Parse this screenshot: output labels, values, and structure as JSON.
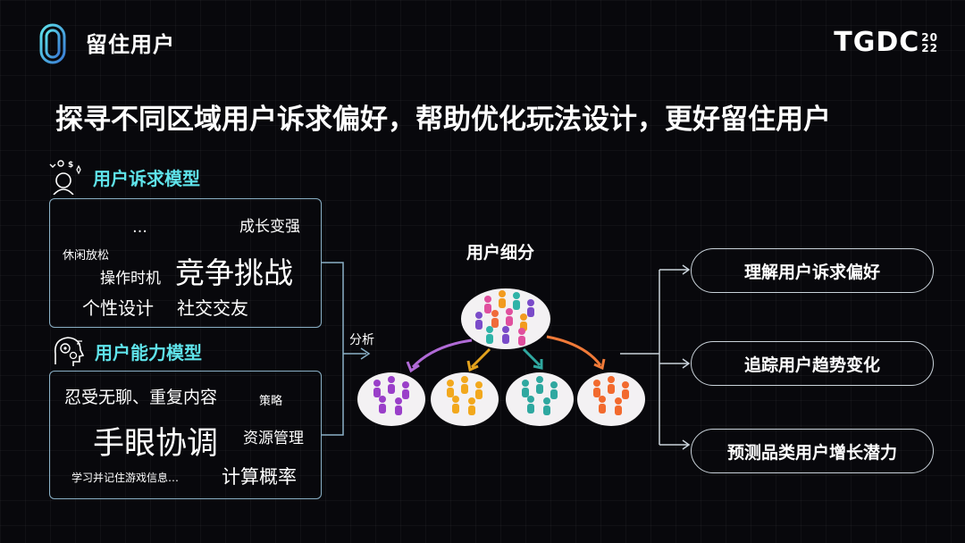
{
  "header": {
    "title": "留住用户",
    "brand": "TGDC",
    "brand_year_top": "20",
    "brand_year_bottom": "22"
  },
  "headline": "探寻不同区域用户诉求偏好，帮助优化玩法设计，更好留住用户",
  "demand_model": {
    "title": "用户诉求模型",
    "items": [
      "成长变强",
      "…",
      "休闲放松",
      "操作时机",
      "竞争挑战",
      "个性设计",
      "社交交友"
    ]
  },
  "ability_model": {
    "title": "用户能力模型",
    "items": [
      "忍受无聊、重复内容",
      "策略",
      "手眼协调",
      "资源管理",
      "学习并记住游戏信息…",
      "计算概率"
    ]
  },
  "analysis_label": "分析",
  "segmentation": {
    "title": "用户细分",
    "colors": {
      "top_mixed": [
        "#e04f9e",
        "#f29b1f",
        "#2fb3a8",
        "#7a4bc9",
        "#f06b3a"
      ],
      "purple": "#9a3fc9",
      "yellow": "#f2a81d",
      "teal": "#2fa8a0",
      "orange": "#f26a2e"
    }
  },
  "outcomes": [
    "理解用户诉求偏好",
    "追踪用户趋势变化",
    "预测品类用户增长潜力"
  ],
  "colors": {
    "accent": "#5fe3ea",
    "box_border": "#8ab0c6",
    "arrow_purple": "#b06ad6",
    "arrow_yellow": "#e3a21d",
    "arrow_teal": "#2fa8a0",
    "arrow_orange": "#f07a38"
  }
}
